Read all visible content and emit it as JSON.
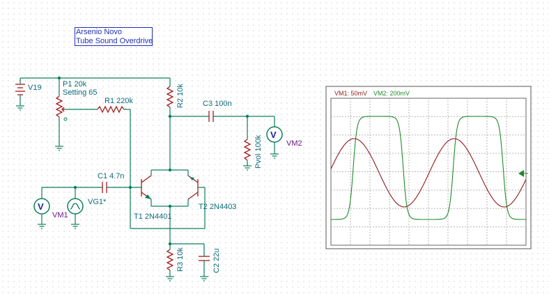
{
  "title": {
    "line1": "Arsenio Novo",
    "line2": "Tube Sound Overdrive"
  },
  "components": {
    "v19": "V19",
    "p1_name": "P1 20k",
    "p1_setting": "Setting 65",
    "r1": "R1 220k",
    "r2": "R2 10k",
    "c3": "C3 100n",
    "pvol": "Pvol 100k",
    "vm2": "VM2",
    "c1": "C1 4.7n",
    "vm1": "VM1",
    "vg1": "VG1*",
    "t1": "T1 2N4401",
    "t2": "T2 2N4403",
    "r3": "R3 10k",
    "c2": "C2 22u",
    "meter_symbol": "V"
  },
  "scope": {
    "legend_vm1": "VM1: 50mV",
    "legend_vm2": "VM2: 200mV",
    "vm1_color": "#8b1a1a",
    "vm2_color": "#1f8a2a",
    "cursor_color": "#1f8a2a"
  },
  "colors": {
    "wire": "#0b7f5e",
    "component": "#a31b1b",
    "label": "#0c6b78",
    "meter_label": "#6a1b8a",
    "title": "#1f2fb0"
  },
  "icons": {
    "meter": "voltmeter-icon",
    "generator": "signal-generator-icon",
    "battery": "battery-icon",
    "ground": "ground-icon"
  }
}
